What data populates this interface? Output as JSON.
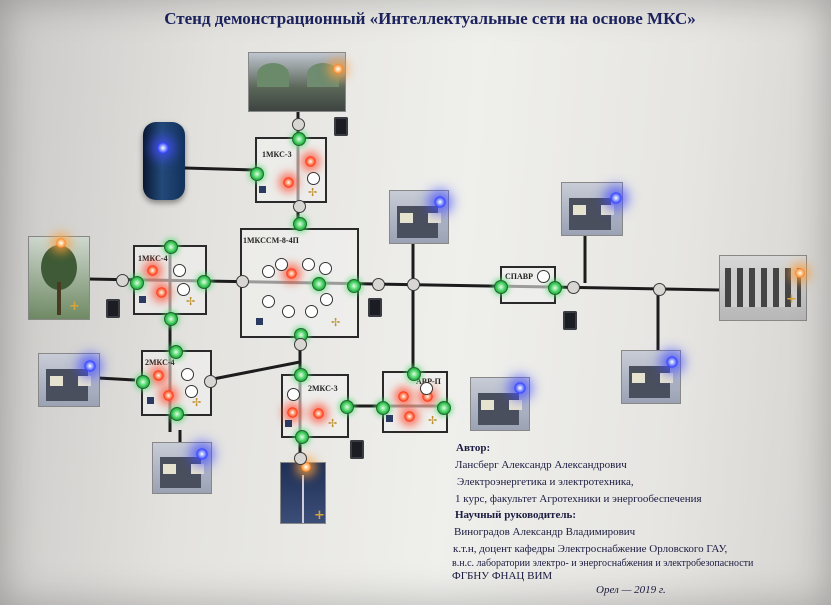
{
  "title": "Стенд демонстрационный «Интеллектуальные сети на основе МКС»",
  "boxes": {
    "mkc3": "1МКС-3",
    "mkc4": "1МКС-4",
    "mkcsm": "1МКССМ-8-4П",
    "mkc4b": "2МКС-4",
    "mkc3b": "2МКС-3",
    "avr": "АВР-П",
    "spavr": "СПАВР"
  },
  "author": {
    "heading": "Автор:",
    "name": "Лансберг Александр Александрович",
    "line1": "Электроэнергетика и электротехника,",
    "line2": "1 курс, факультет Агротехники и энергообеспечения"
  },
  "supervisor": {
    "heading": "Научный руководитель:",
    "name": "Виноградов Александр Владимирович",
    "line1": "к.т.н, доцент кафедры Электроснабжение Орловского ГАУ,",
    "line2": "в.н.с. лаборатории электро- и энергоснабжения и электробезопасности",
    "line3": "ФГБНУ ФНАЦ ВИМ"
  },
  "footer": "Орел — 2019 г.",
  "colors": {
    "title": "#1d2460",
    "line": "#1c1c1c",
    "lamp_red": "#ff3d1f",
    "lamp_green": "#3fd05a",
    "lamp_blue": "#3c48ff"
  }
}
